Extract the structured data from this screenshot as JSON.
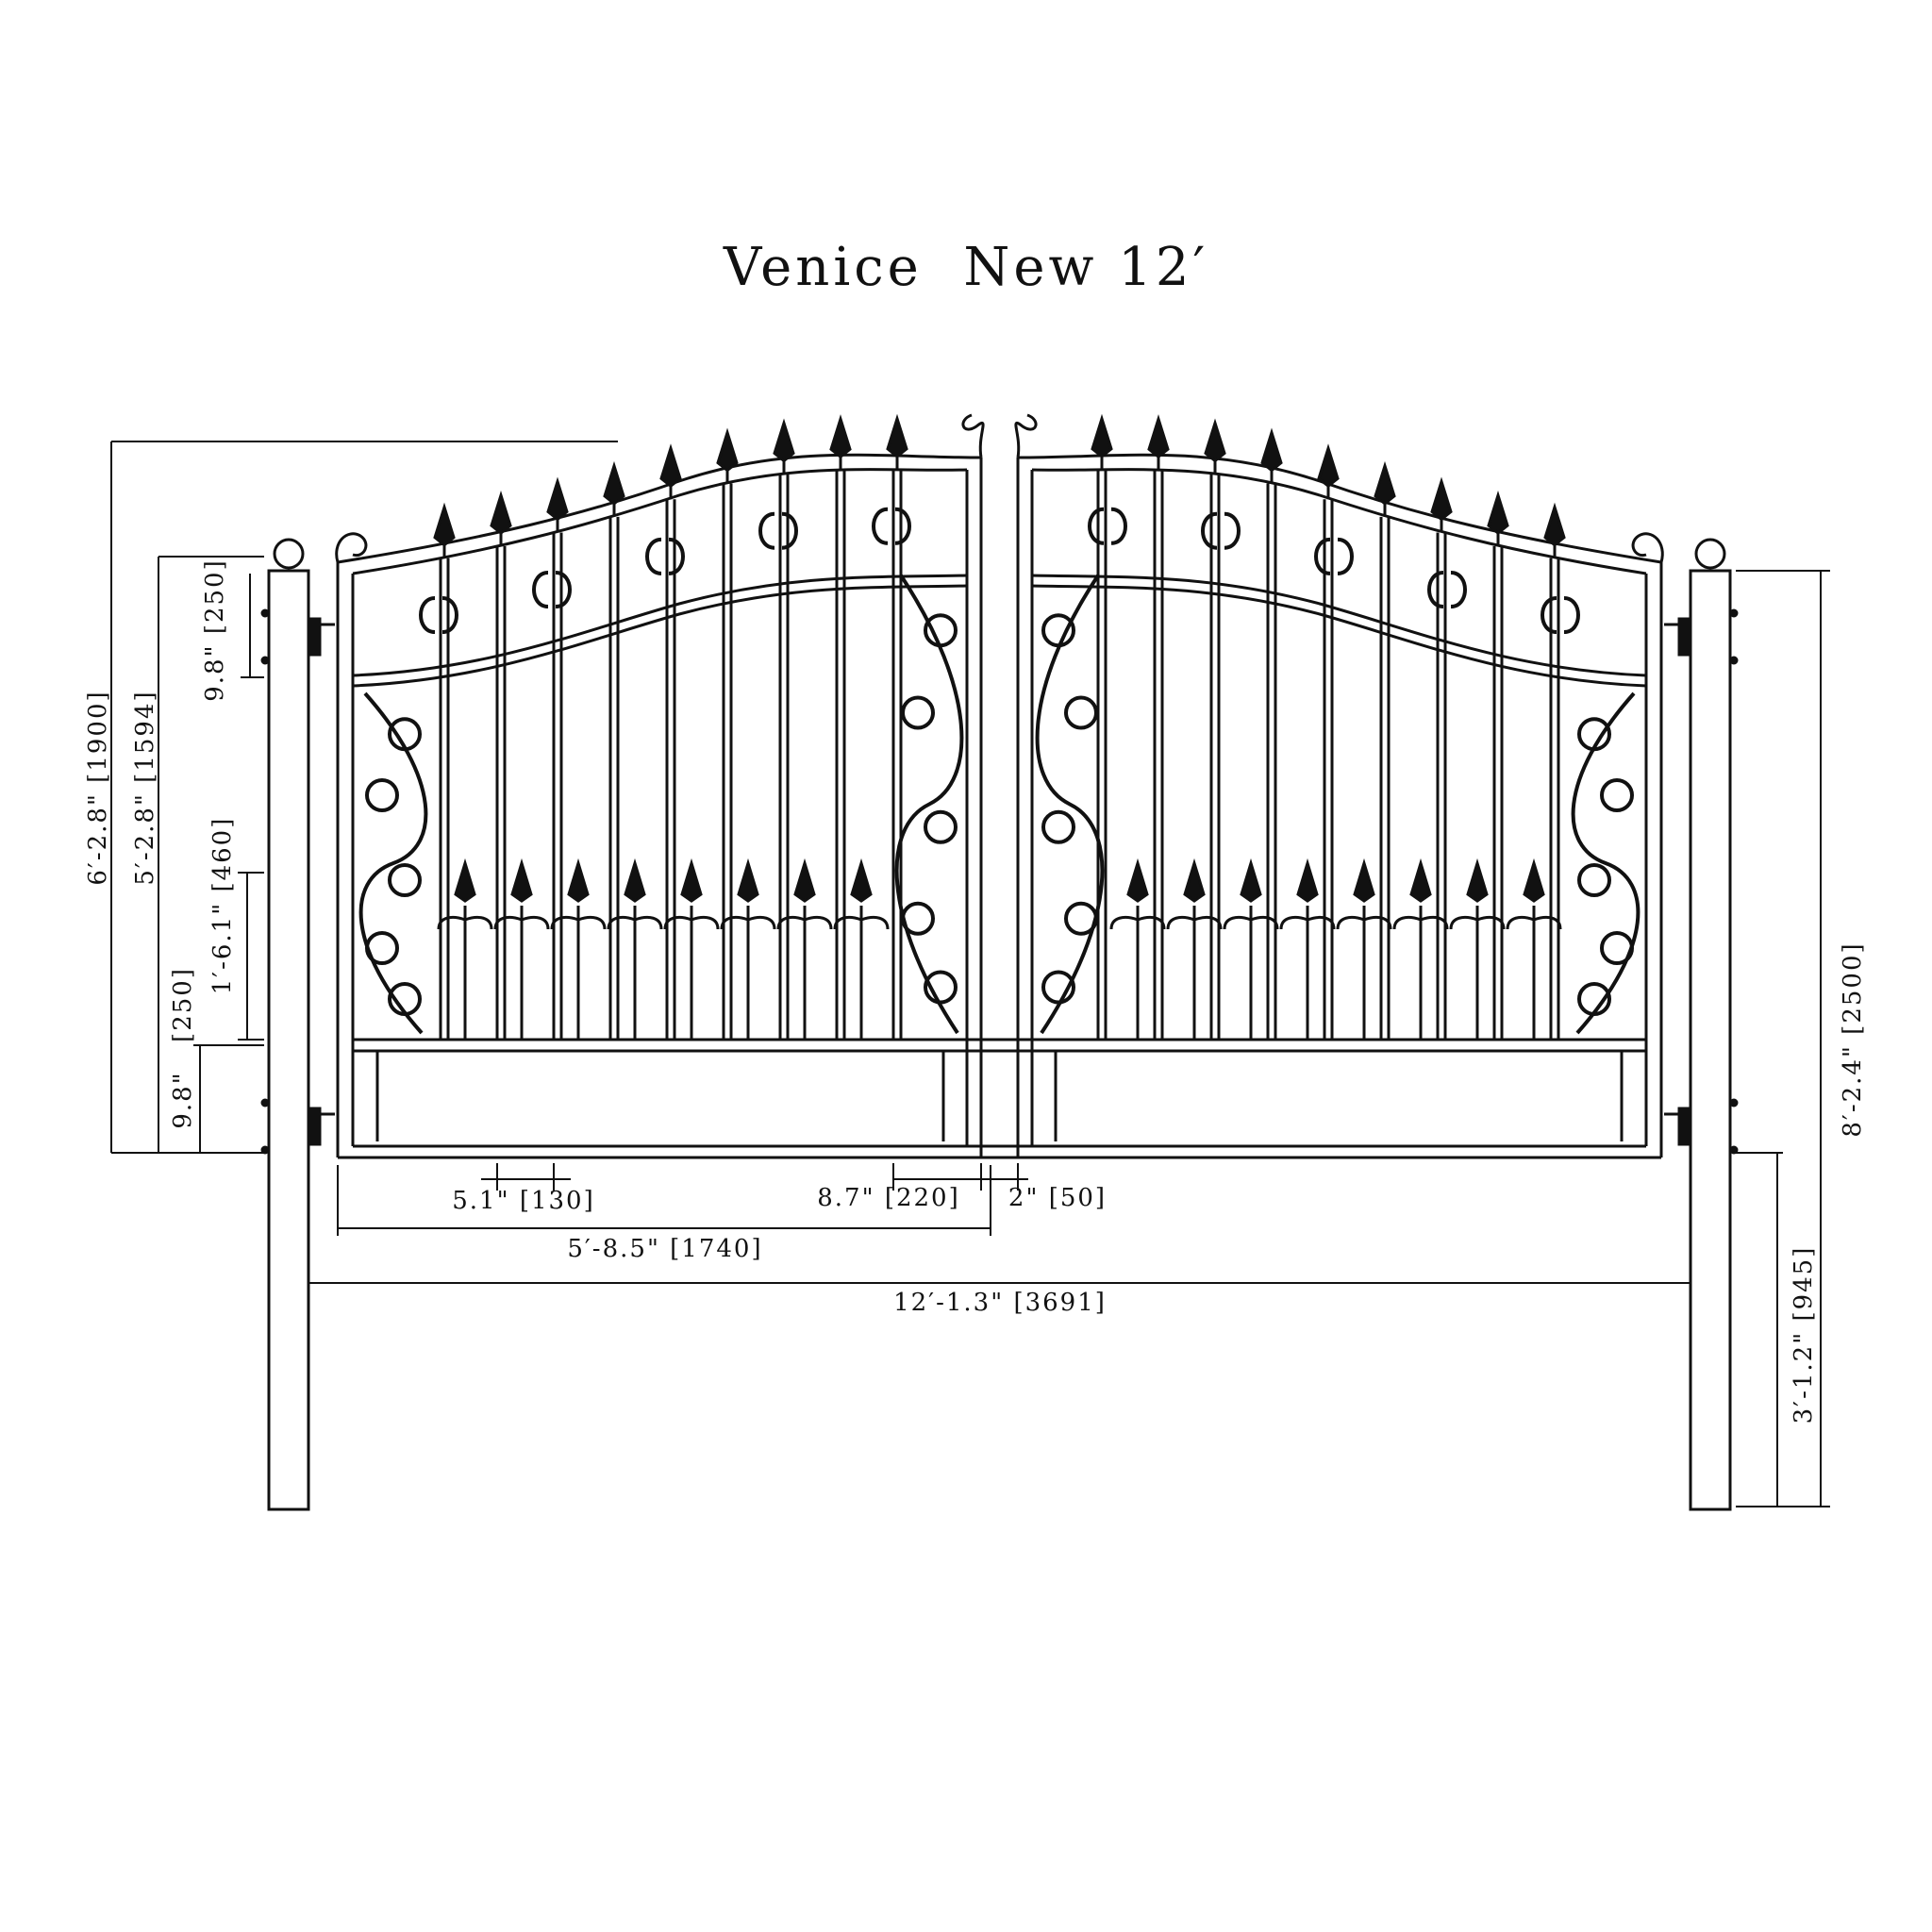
{
  "title": "Venice  New 12′",
  "colors": {
    "stroke": "#111111",
    "background": "#ffffff"
  },
  "dimensions": {
    "overall_height": "6′-2.8\" [1900]",
    "panel_height": "5′-2.8\" [1594]",
    "top_band_left": "9.8\" [250]",
    "bottom_band_left_num": "9.8\"",
    "bottom_band_left_mm": "[250]",
    "picket_section": "1′-6.1\" [460]",
    "picket_spacing": "5.1\" [130]",
    "scroll_width": "8.7\" [220]",
    "center_gap": "2\" [50]",
    "leaf_width": "5′-8.5\" [1740]",
    "total_width": "12′-1.3\" [3691]",
    "post_height": "8′-2.4\" [2500]",
    "post_embed": "3′-1.2\" [945]"
  }
}
